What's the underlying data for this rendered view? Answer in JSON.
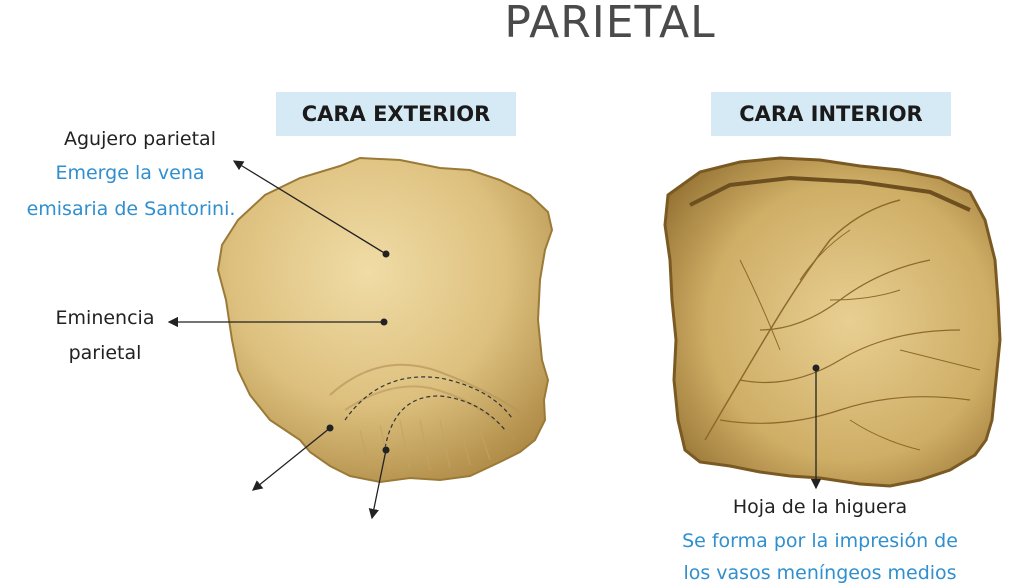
{
  "title": "PARIETAL",
  "labels": {
    "exterior": "CARA EXTERIOR",
    "interior": "CARA INTERIOR"
  },
  "annotations": {
    "agujero": "Agujero parietal",
    "agujero_desc_1": "Emerge la vena",
    "agujero_desc_2": "emisaria de Santorini.",
    "eminencia_1": "Eminencia",
    "eminencia_2": "parietal",
    "hoja": "Hoja de la higuera",
    "hoja_desc_1": "Se forma por la impresión de",
    "hoja_desc_2": "los vasos meníngeos medios"
  },
  "colors": {
    "accent_blue": "#2f8fcf",
    "label_bg": "#d6eaf5",
    "bone": "#d9bf7a"
  }
}
